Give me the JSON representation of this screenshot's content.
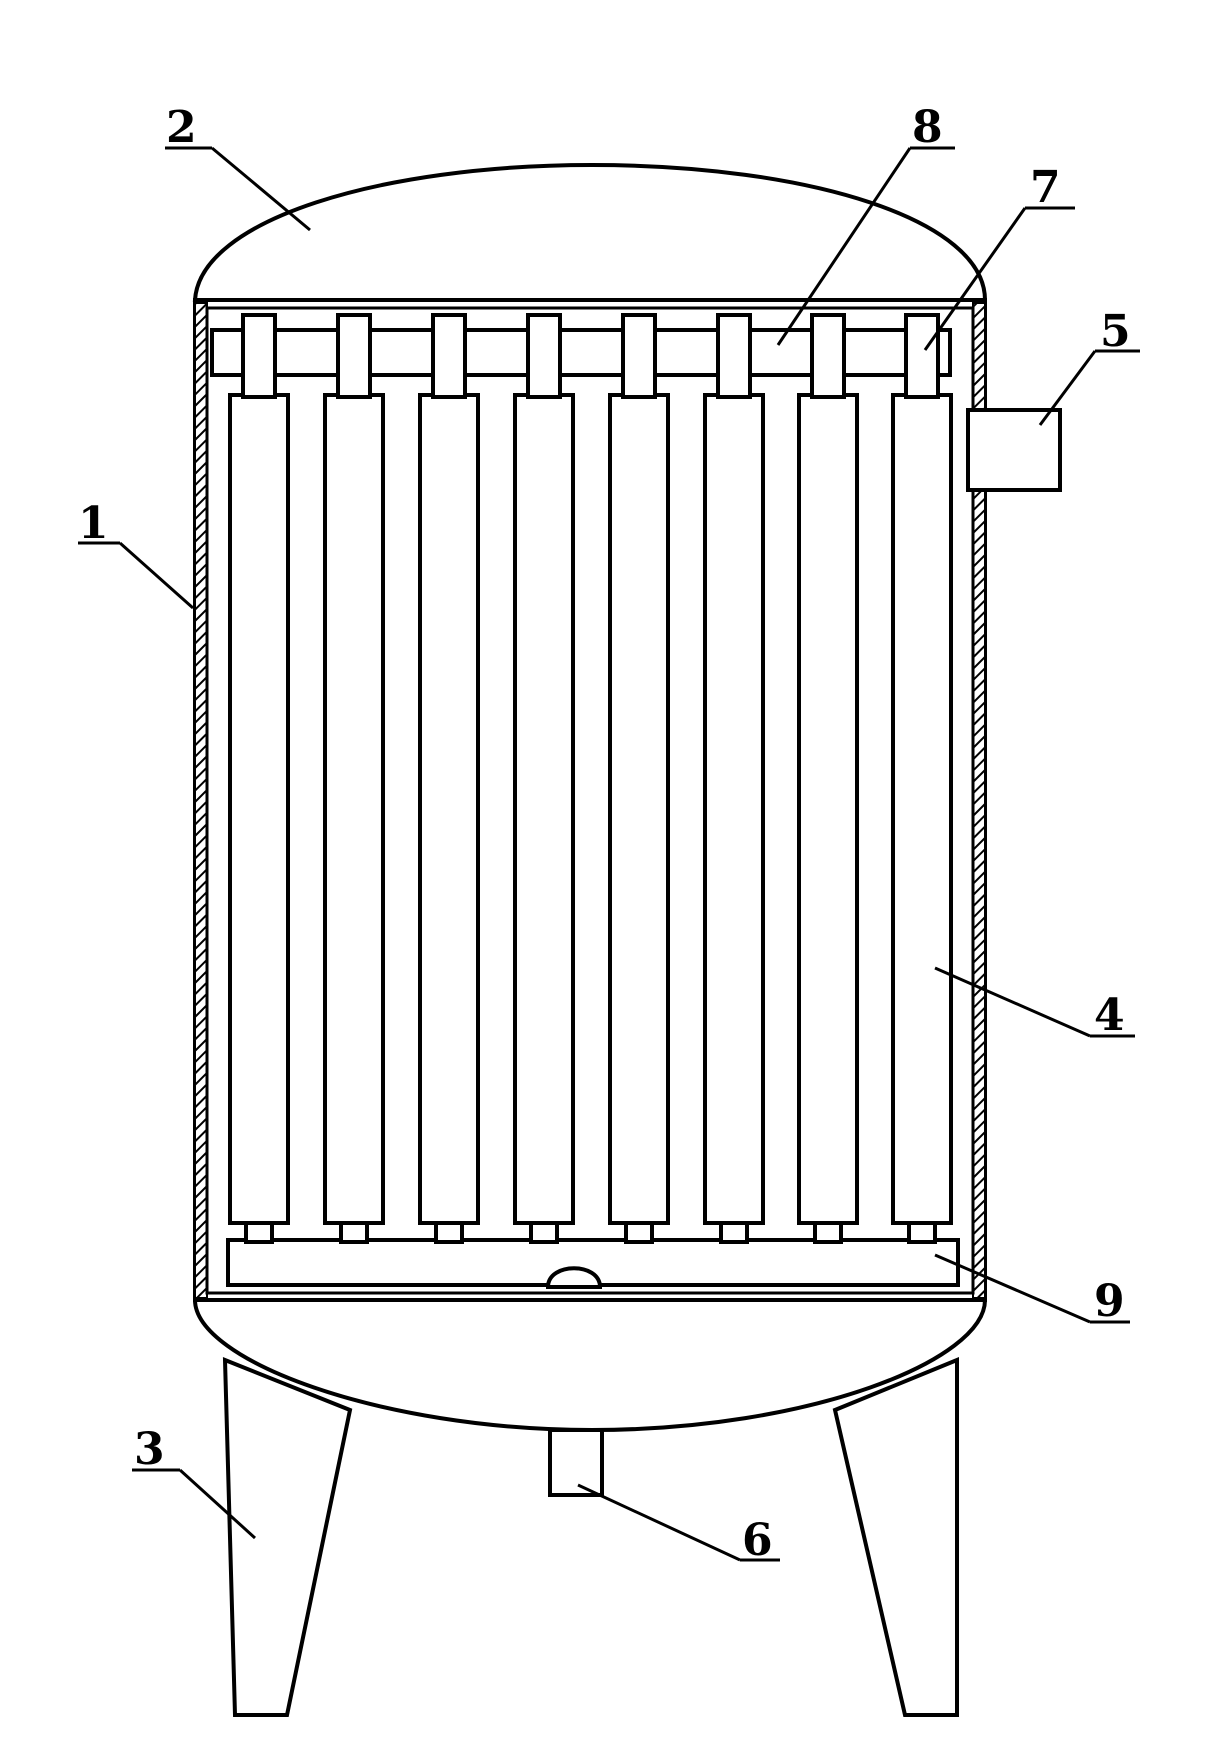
{
  "figure": {
    "labels": {
      "shell": "1",
      "top_head": "2",
      "leg": "3",
      "filter_tube": "4",
      "side_box": "5",
      "outlet_pipe": "6",
      "tube_cap": "7",
      "top_header": "8",
      "bottom_collector": "9"
    }
  }
}
